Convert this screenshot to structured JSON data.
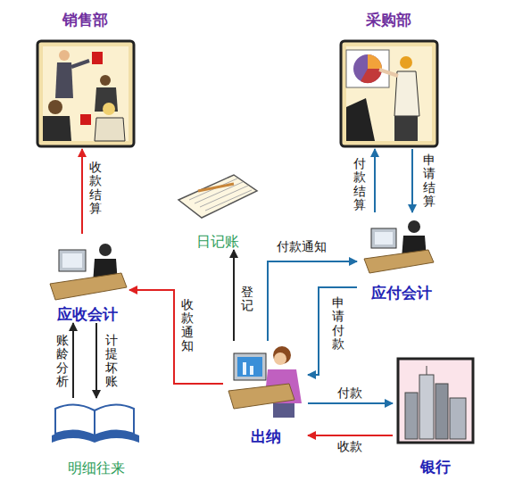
{
  "diagram": {
    "nodes": [
      {
        "text": [
          "销售部"
        ]
      },
      {
        "text": [
          "采购部"
        ]
      },
      {
        "text": [
          "日记账"
        ]
      },
      {
        "text": [
          "应收会计"
        ]
      },
      {
        "text": [
          "应付会计"
        ]
      },
      {
        "text": [
          "出纳"
        ]
      },
      {
        "text": [
          "银行"
        ]
      },
      {
        "text": [
          "明细往来"
        ]
      }
    ],
    "edges": [
      {
        "from": 3,
        "to": 0,
        "label": "收款结算",
        "arrow": "to"
      },
      {
        "from": 4,
        "to": 1,
        "label": "付款结算",
        "arrow": "to"
      },
      {
        "from": 1,
        "to": 4,
        "label": "申请结算",
        "arrow": "to"
      },
      {
        "from": 5,
        "to": 2,
        "label": "登记",
        "arrow": "to"
      },
      {
        "from": 5,
        "to": 4,
        "label": "付款通知",
        "arrow": "to"
      },
      {
        "from": 4,
        "to": 5,
        "label": "申请付款",
        "arrow": "to"
      },
      {
        "from": 5,
        "to": 3,
        "label": "收款通知",
        "arrow": "to"
      },
      {
        "from": 5,
        "to": 6,
        "label": "付款",
        "arrow": "to"
      },
      {
        "from": 6,
        "to": 5,
        "label": "收款",
        "arrow": "to"
      },
      {
        "from": 7,
        "to": 3,
        "label": "账龄分析",
        "arrow": "to"
      },
      {
        "from": 3,
        "to": 7,
        "label": "计提坏账",
        "arrow": "to"
      }
    ]
  }
}
